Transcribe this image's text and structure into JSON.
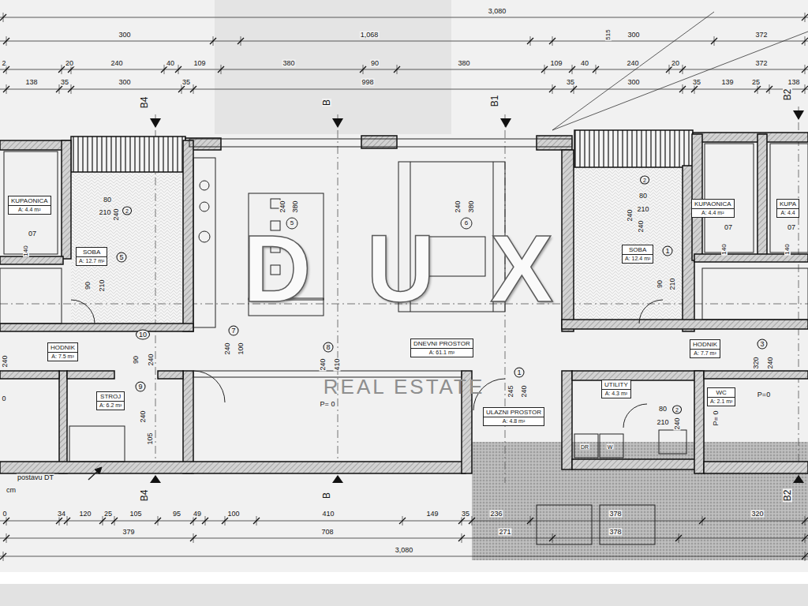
{
  "diagram": {
    "nodes": [
      {
        "text": [
          "KUPAONICA",
          "A: 4.4 m²"
        ]
      },
      {
        "text": [
          "SOBA",
          "A: 12.7 m²"
        ]
      },
      {
        "text": [
          "HODNIK",
          "A: 7.5 m²"
        ]
      },
      {
        "text": [
          "STROJ",
          "A: 6.2 m²"
        ]
      },
      {
        "text": [
          "DNEVNI PROSTOR",
          "A: 61.1 m²"
        ]
      },
      {
        "text": [
          "ULAZNI PROSTOR",
          "A: 4.8 m²"
        ]
      },
      {
        "text": [
          "SOBA",
          "A: 12.4 m²"
        ]
      },
      {
        "text": [
          "KUPAONICA",
          "A: 4.4 m²"
        ]
      },
      {
        "text": [
          "KUPA",
          "A: 4.4"
        ]
      },
      {
        "text": [
          "HODNIK",
          "A: 7.7 m²"
        ]
      },
      {
        "text": [
          "UTILITY",
          "A: 4.3 m²"
        ]
      },
      {
        "text": [
          "WC",
          "A: 2.1 m²"
        ]
      }
    ],
    "labels": [
      "3,080",
      "300",
      "1,068",
      "515",
      "300",
      "372",
      "2",
      "20",
      "240",
      "40",
      "109",
      "380",
      "90",
      "380",
      "109",
      "40",
      "240",
      "20",
      "372",
      "138",
      "35",
      "300",
      "35",
      "998",
      "35",
      "300",
      "35",
      "139",
      "25",
      "138",
      "B4",
      "B",
      "B1",
      "B2",
      "07",
      "140",
      "80",
      "210",
      "2",
      "240",
      "5",
      "90",
      "210",
      "240",
      "380",
      "5",
      "6",
      "240",
      "380",
      "7",
      "240",
      "100",
      "8",
      "240",
      "410",
      "P= 0",
      "1",
      "245",
      "240",
      "10",
      "90",
      "240",
      "9",
      "240",
      "105",
      "240",
      "0",
      "postavu DT",
      "cm",
      "80",
      "210",
      "240",
      "240",
      "2",
      "1",
      "90",
      "210",
      "07",
      "140",
      "07",
      "140",
      "3",
      "320",
      "240",
      "P=0",
      "80",
      "2",
      "210",
      "240",
      "P= 0",
      "DR",
      "W",
      "0",
      "34",
      "120",
      "25",
      "105",
      "95",
      "49",
      "100",
      "410",
      "149",
      "35",
      "236",
      "378",
      "320",
      "379",
      "708",
      "271",
      "378",
      "3,080",
      "B4",
      "B",
      "B2",
      "DUX",
      "REAL ESTATE"
    ]
  }
}
